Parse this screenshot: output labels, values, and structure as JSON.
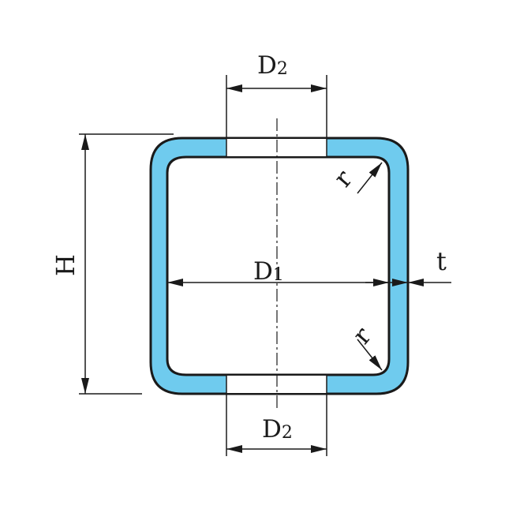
{
  "colors": {
    "wall_fill": "#6fcbee",
    "stroke": "#1a1a1a",
    "background": "#ffffff"
  },
  "labels": {
    "d2_top": {
      "main": "D",
      "sub": "2"
    },
    "d2_bottom": {
      "main": "D",
      "sub": "2"
    },
    "d1": {
      "main": "D",
      "sub": "1"
    },
    "height": "H",
    "thickness": "t",
    "radius_top": "r",
    "radius_bottom": "r"
  }
}
